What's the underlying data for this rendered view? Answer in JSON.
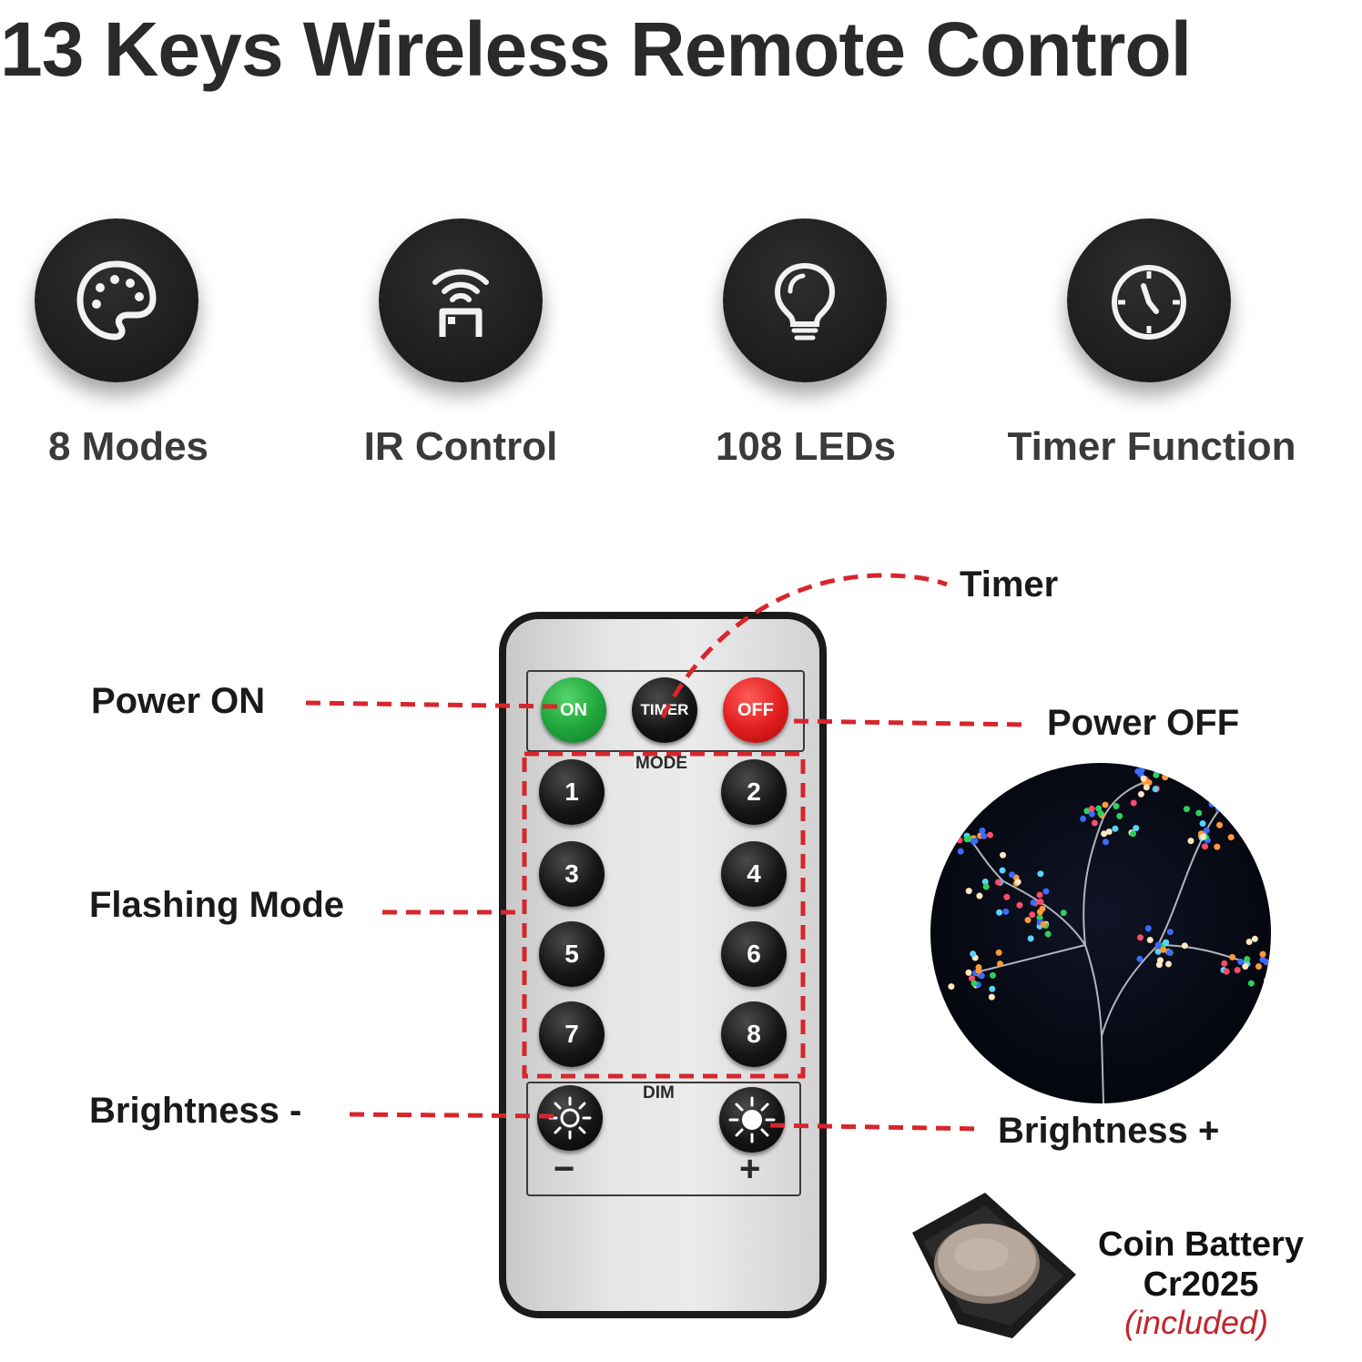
{
  "title": "13 Keys Wireless Remote Control",
  "features": [
    {
      "label": "8 Modes",
      "icon": "palette-icon"
    },
    {
      "label": "IR Control",
      "icon": "wireless-signal-icon"
    },
    {
      "label": "108 LEDs",
      "icon": "light-bulb-icon"
    },
    {
      "label": "Timer Function",
      "icon": "clock-icon"
    }
  ],
  "callouts": {
    "timer": "Timer",
    "power_on": "Power ON",
    "power_off": "Power OFF",
    "flashing_mode": "Flashing Mode",
    "brightness_minus": "Brightness -",
    "brightness_plus": "Brightness +"
  },
  "remote": {
    "on_label": "ON",
    "timer_label": "TIMER",
    "off_label": "OFF",
    "mode_label": "MODE",
    "mode_keys": [
      "1",
      "2",
      "3",
      "4",
      "5",
      "6",
      "7",
      "8"
    ],
    "dim_label": "DIM",
    "minus_symbol": "−",
    "plus_symbol": "+"
  },
  "battery": {
    "line1": "Coin Battery",
    "line2": "Cr2025",
    "note": "(included)"
  },
  "colors": {
    "accent_red": "#d7262c",
    "on_green": "#1ea43a",
    "off_red": "#e01c1c"
  }
}
